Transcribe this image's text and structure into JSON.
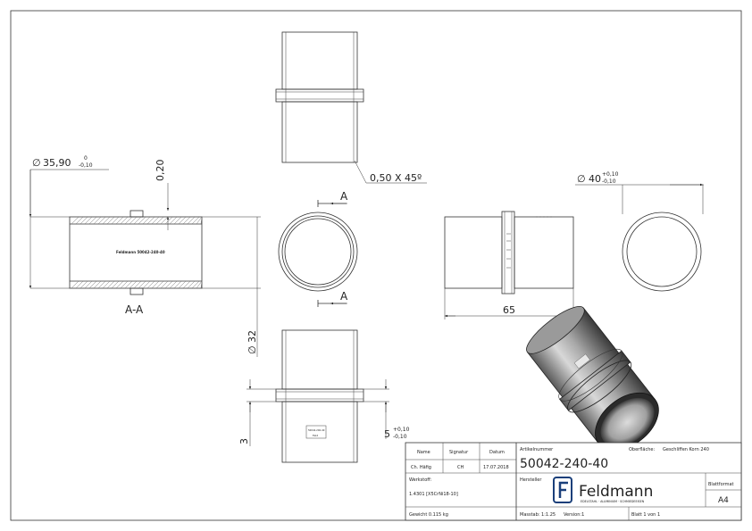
{
  "dimensions": {
    "outer_diameter": "35,90",
    "outer_tol_upper": "0",
    "outer_tol_lower": "-0,10",
    "collar_height": "0,20",
    "chamfer": "0,50 X 45º",
    "ring_diameter": "40",
    "ring_tol_upper": "+0,10",
    "ring_tol_lower": "-0,10",
    "length": "65",
    "inner_diameter": "32",
    "collar_offset": "3",
    "collar_width": "5",
    "collar_tol_upper": "+0,10",
    "collar_tol_lower": "-0,10",
    "diameter_symbol": "∅"
  },
  "labels": {
    "section_name": "A-A",
    "section_marker": "A",
    "engraving": "Feldmann 50042-240-40",
    "engraving_short_1": "50042-240-40",
    "engraving_short_2": "Feld"
  },
  "title_block": {
    "name_label": "Name",
    "signature_label": "Signatur",
    "date_label": "Datum",
    "name_value": "Ch. Häfig",
    "signature_value": "CH",
    "date_value": "17.07.2018",
    "article_label": "Artikelnummer",
    "article_number": "50042-240-40",
    "surface_label": "Oberfläche:",
    "surface_value": "Geschliffen Korn 240",
    "material_label": "Werkstoff:",
    "material_value": "1.4301 [X5CrNi18-10]",
    "manufacturer_label": "Hersteller",
    "brand_name": "Feldmann",
    "brand_tagline": "EDELSTAHL · ALUMINIUM · SCHMIEDEEISEN",
    "sheet_format_label": "Blattformat",
    "sheet_format_value": "A4",
    "weight": "Gewicht 0.115 kg",
    "scale_label": "Masstab: 1:1.25",
    "version_label": "Version:1",
    "sheet_label": "Blatt 1 von 1"
  },
  "colors": {
    "line": "#333333",
    "brand": "#1a3f7a",
    "render_dark": "#2b2b2b",
    "render_light": "#c8c8c8"
  }
}
